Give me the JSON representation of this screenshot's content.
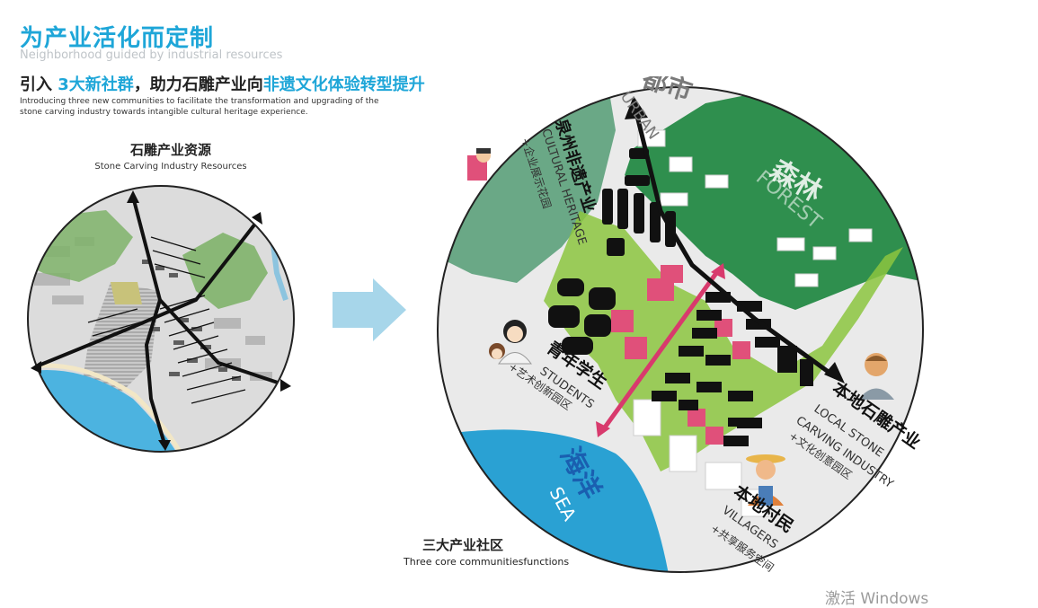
{
  "header": {
    "title": "为产业活化而定制",
    "subtitle": "Neighborhood guided by industrial resources",
    "headline_pre": "引入 ",
    "headline_highlight1": "3大新社群",
    "headline_mid": "，助力石雕产业向",
    "headline_highlight2": "非遗文化体验转型提升",
    "intro_line1": "Introducing three new communities to facilitate the transformation and upgrading of the",
    "intro_line2": "stone carving industry towards intangible cultural heritage experience."
  },
  "left_map": {
    "title": "石雕产业资源",
    "subtitle": "Stone Carving Industry Resources"
  },
  "right_map": {
    "urban_cn": "都市",
    "urban_en": "URBAN",
    "forest_cn": "森林",
    "forest_en": "FOREST",
    "sea_cn": "海洋",
    "sea_en": "SEA",
    "heritage_cn": "泉州非遗产业",
    "heritage_en": "CULTURAL HERITAGE",
    "heritage_sub": "+企业展示花园",
    "students_cn": "青年学生",
    "students_en": "STUDENTS",
    "students_sub": "+艺术创新园区",
    "stone_cn": "本地石雕产业",
    "stone_en_1": "LOCAL STONE",
    "stone_en_2": "CARVING INDUSTRY",
    "stone_sub": "+文化创意园区",
    "villagers_cn": "本地村民",
    "villagers_en": "VILLAGERS",
    "villagers_sub": "+共享服务空间"
  },
  "footer": {
    "core_title": "三大产业社区",
    "core_sub": "Three core communitiesfunctions",
    "watermark": "激活 Windows"
  },
  "colors": {
    "accent_blue": "#1ea6d8",
    "forest_green": "#2f8f4e",
    "light_green": "#8cc63f",
    "sea_blue": "#2aa1d3",
    "pink": "#e0507a",
    "arrow_blue": "#a7d6ea"
  }
}
